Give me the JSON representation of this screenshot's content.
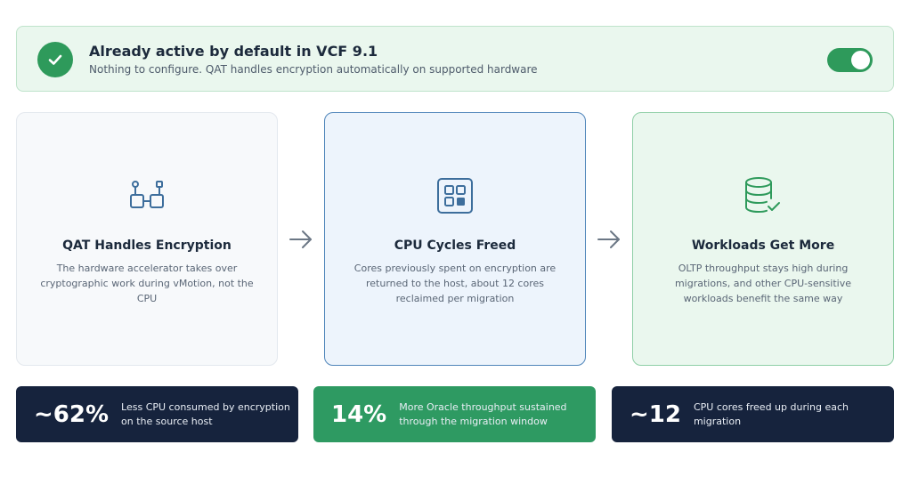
{
  "banner": {
    "title": "Already active by default in VCF 9.1",
    "subtitle": "Nothing to configure. QAT handles encryption automatically on supported hardware",
    "toggle_on": true,
    "accent_color": "#2e9a5b"
  },
  "cards": [
    {
      "icon": "hardware-chip-icon",
      "title": "QAT Handles Encryption",
      "description": "The hardware accelerator takes over cryptographic work during vMotion, not the CPU"
    },
    {
      "icon": "cpu-grid-icon",
      "title": "CPU Cycles Freed",
      "description": "Cores previously spent on encryption are returned to the host, about 12 cores reclaimed per migration"
    },
    {
      "icon": "database-check-icon",
      "title": "Workloads Get More",
      "description": "OLTP throughput stays high during migrations, and other CPU-sensitive workloads benefit the same way"
    }
  ],
  "stats": [
    {
      "value": "~62%",
      "label": "Less CPU consumed by encryption on the source host"
    },
    {
      "value": "14%",
      "label": "More Oracle throughput sustained through the migration window"
    },
    {
      "value": "~12",
      "label": "CPU cores freed up during each migration"
    }
  ]
}
